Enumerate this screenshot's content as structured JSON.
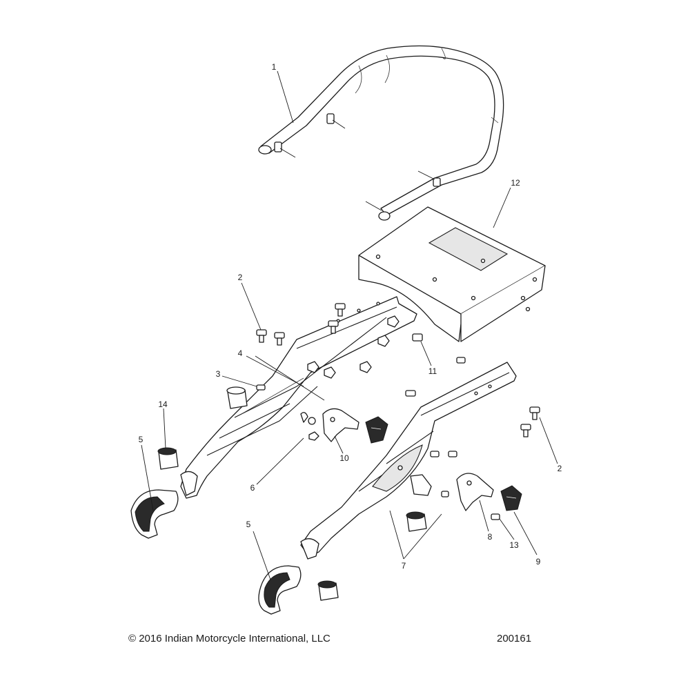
{
  "callouts": [
    {
      "id": "c1",
      "text": "1"
    },
    {
      "id": "c2a",
      "text": "2"
    },
    {
      "id": "c2b",
      "text": "2"
    },
    {
      "id": "c3",
      "text": "3"
    },
    {
      "id": "c4",
      "text": "4"
    },
    {
      "id": "c5a",
      "text": "5"
    },
    {
      "id": "c5b",
      "text": "5"
    },
    {
      "id": "c6",
      "text": "6"
    },
    {
      "id": "c7",
      "text": "7"
    },
    {
      "id": "c8",
      "text": "8"
    },
    {
      "id": "c9",
      "text": "9"
    },
    {
      "id": "c10",
      "text": "10"
    },
    {
      "id": "c11",
      "text": "11"
    },
    {
      "id": "c12",
      "text": "12"
    },
    {
      "id": "c13",
      "text": "13"
    },
    {
      "id": "c14",
      "text": "14"
    }
  ],
  "footer": {
    "copyright": "© 2016 Indian Motorcycle International, LLC",
    "diagram_number": "200161"
  }
}
